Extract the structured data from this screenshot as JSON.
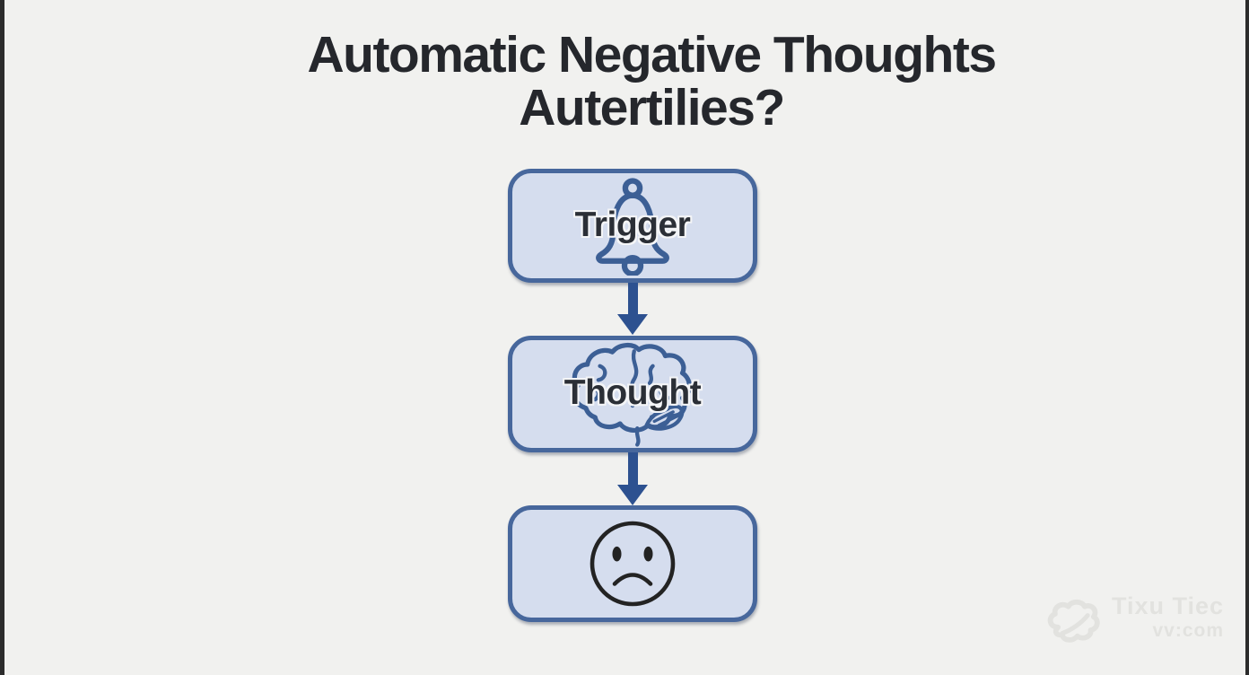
{
  "title": {
    "line1": "Automatic Negative Thoughts",
    "line2": "Autertilies?"
  },
  "diagram": {
    "type": "vertical-flowchart",
    "steps": [
      {
        "id": "trigger",
        "label": "Trigger",
        "icon": "bell-icon"
      },
      {
        "id": "thought",
        "label": "Thought",
        "icon": "brain-icon"
      },
      {
        "id": "feeling",
        "label": "",
        "icon": "sad-face-icon"
      }
    ],
    "connectors": [
      "arrow-down",
      "arrow-down"
    ]
  },
  "watermark": {
    "brand": "Tixu Tiec",
    "domain": "vv:com",
    "logo": "cloud-scribble-logo-icon"
  },
  "colors": {
    "background": "#f1f1ef",
    "box_fill": "#d5ddee",
    "box_border": "#47679c",
    "arrow": "#2d5190",
    "title_text": "#25272c",
    "icon_stroke": "#3c5f95",
    "face_stroke": "#232323",
    "watermark_text": "#e2e2df",
    "edge_strip": "#2c2c2c"
  }
}
